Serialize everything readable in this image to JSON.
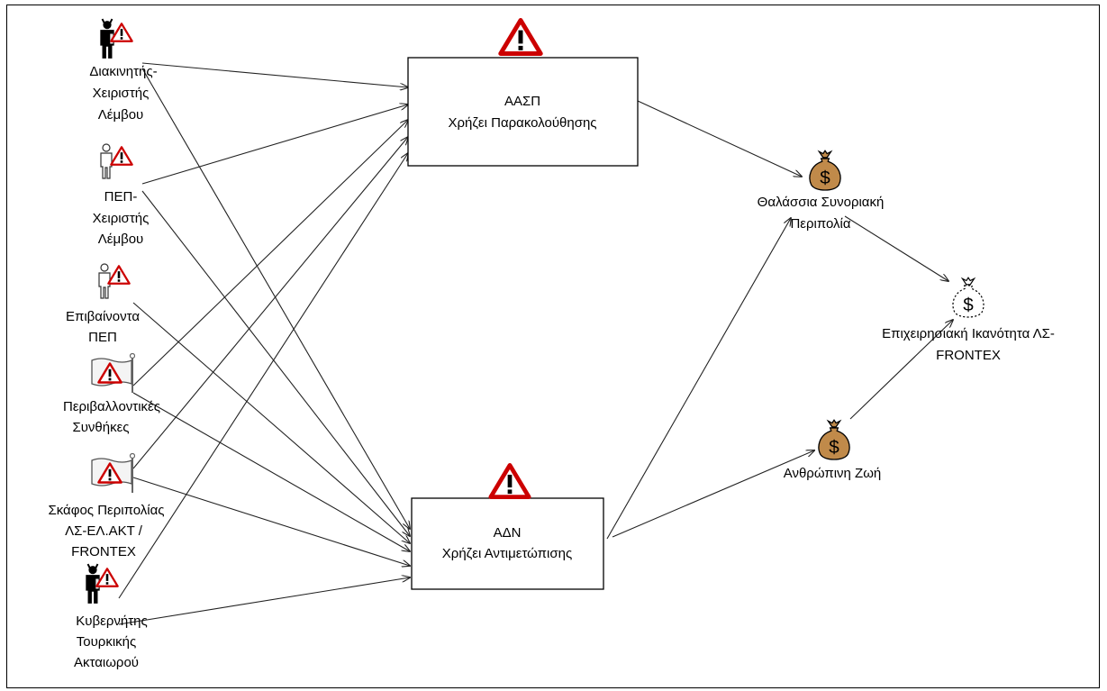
{
  "actors": {
    "diakinitis": [
      "Διακινητής-",
      "Χειριστής",
      "Λέμβου"
    ],
    "pep_xeiristis": [
      "ΠΕΠ-",
      "Χειριστής",
      "Λέμβου"
    ],
    "epivainonta": [
      "Επιβαίνοντα",
      "ΠΕΠ"
    ],
    "periballontikes": [
      "Περιβαλλοντικές",
      "Συνθήκες"
    ],
    "skafos": [
      "Σκάφος Περιπολίας",
      "ΛΣ-ΕΛ.ΑΚΤ /",
      "FRONTEX"
    ],
    "kyvernitis": [
      "Κυβερνήτης",
      "Τουρκικής",
      "Ακταιωρού"
    ]
  },
  "boxes": {
    "aasp": [
      "ΑΑΣΠ",
      "Χρήζει Παρακολούθησης"
    ],
    "adn": [
      "ΑΔΝ",
      "Χρήζει Αντιμετώπισης"
    ]
  },
  "assets": {
    "thalassia": [
      "Θαλάσσια Συνοριακή",
      "Περιπολία"
    ],
    "anthropini": [
      "Ανθρώπινη Ζωή"
    ],
    "epixeirisiaki": [
      "Επιχειρησιακή Ικανότητα ΛΣ-",
      "FRONTEX"
    ]
  },
  "icons": {
    "money": "money-bag-icon",
    "warning": "warning-triangle-icon",
    "flag": "flag-icon",
    "attacker": "devil-person-icon",
    "person": "person-icon"
  },
  "colors": {
    "warning_red": "#cc0000",
    "bag_brown": "#c08a4a",
    "edge": "#222222"
  }
}
